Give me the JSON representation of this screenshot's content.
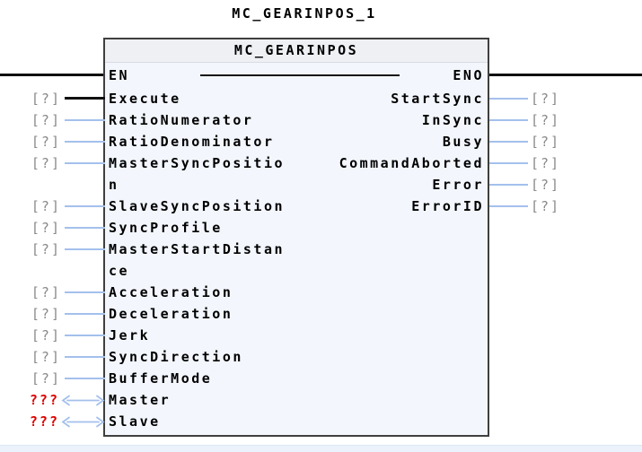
{
  "diagram": {
    "instance_name": "MC_GEARINPOS_1",
    "block": {
      "type_name": "MC_GEARINPOS",
      "en_label": "EN",
      "eno_label": "ENO",
      "inputs": [
        {
          "name": "Execute",
          "marker": "[?]",
          "kind": "input",
          "wire": "black"
        },
        {
          "name": "RatioNumerator",
          "marker": "[?]",
          "kind": "input",
          "wire": "blue"
        },
        {
          "name": "RatioDenominator",
          "marker": "[?]",
          "kind": "input",
          "wire": "blue"
        },
        {
          "name": "MasterSyncPosition",
          "marker": "[?]",
          "kind": "input",
          "wire": "blue"
        },
        {
          "name": "SlaveSyncPosition",
          "marker": "[?]",
          "kind": "input",
          "wire": "blue"
        },
        {
          "name": "SyncProfile",
          "marker": "[?]",
          "kind": "input",
          "wire": "blue"
        },
        {
          "name": "MasterStartDistance",
          "marker": "[?]",
          "kind": "input",
          "wire": "blue"
        },
        {
          "name": "Acceleration",
          "marker": "[?]",
          "kind": "input",
          "wire": "blue"
        },
        {
          "name": "Deceleration",
          "marker": "[?]",
          "kind": "input",
          "wire": "blue"
        },
        {
          "name": "Jerk",
          "marker": "[?]",
          "kind": "input",
          "wire": "blue"
        },
        {
          "name": "SyncDirection",
          "marker": "[?]",
          "kind": "input",
          "wire": "blue"
        },
        {
          "name": "BufferMode",
          "marker": "[?]",
          "kind": "input",
          "wire": "blue"
        },
        {
          "name": "Master",
          "marker": "???",
          "kind": "inout",
          "wire": "blue"
        },
        {
          "name": "Slave",
          "marker": "???",
          "kind": "inout",
          "wire": "blue"
        }
      ],
      "outputs": [
        {
          "name": "StartSync",
          "marker": "[?]"
        },
        {
          "name": "InSync",
          "marker": "[?]"
        },
        {
          "name": "Busy",
          "marker": "[?]"
        },
        {
          "name": "CommandAborted",
          "marker": "[?]"
        },
        {
          "name": "Error",
          "marker": "[?]"
        },
        {
          "name": "ErrorID",
          "marker": "[?]"
        }
      ]
    },
    "colors": {
      "wire-blue": "#a4c0ec",
      "marker-gray": "#8a8a8a",
      "error-red": "#dd0000",
      "block-bg": "#f3f7fd",
      "header-bg": "#eef0f4",
      "header-sep": "#d9dde3",
      "block-border": "#3f3f3f",
      "rail-black": "#101010",
      "strip-bg": "#ebf2fb",
      "strip-border": "#dde7f5"
    }
  }
}
